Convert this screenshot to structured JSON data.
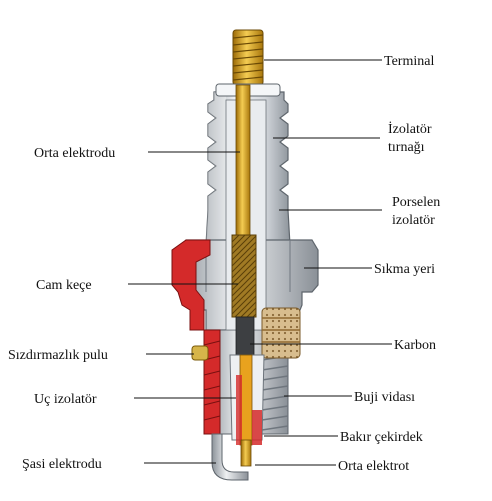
{
  "diagram": {
    "labels": {
      "terminal": "Terminal",
      "insulator_ribs_1": "İzolatör",
      "insulator_ribs_2": "tırnağı",
      "porcelain_1": "Porselen",
      "porcelain_2": "izolatör",
      "hex": "Sıkma yeri",
      "carbon": "Karbon",
      "thread": "Buji vidası",
      "copper_core": "Bakır çekirdek",
      "center_electrode": "Orta elektrot",
      "center_electrode_rod": "Orta elektrodu",
      "glass_seal": "Cam keçe",
      "gasket": "Sızdırmazlık pulu",
      "tip_insulator": "Uç izolatör",
      "ground_electrode": "Şasi elektrodu"
    },
    "colors": {
      "porcelain": "#d9dde2",
      "metal_shell": "#c6cbd1",
      "brass": "#d8a21a",
      "red_section": "#d42a2a",
      "glass_seal": "#a07a24",
      "carbon": "#d2b48c",
      "core": "#e8b92c"
    }
  }
}
